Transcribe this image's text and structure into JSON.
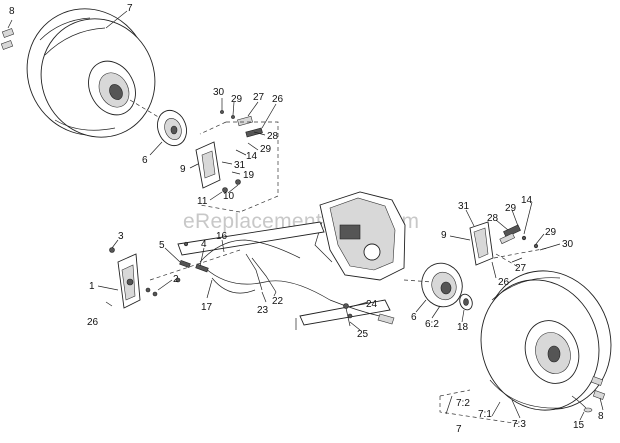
{
  "watermark": "eReplacementParts.com",
  "callouts": {
    "c8a": "8",
    "c7a": "7",
    "c6a": "6",
    "c30a": "30",
    "c29a": "29",
    "c27a": "27",
    "c26a": "26",
    "c28a": "28",
    "c29b": "29",
    "c14a": "14",
    "c9a": "9",
    "c31a": "31",
    "c19a": "19",
    "c11a": "11",
    "c10a": "10",
    "c3": "3",
    "c5": "5",
    "c4": "4",
    "c16": "16",
    "c2": "2",
    "c1": "1",
    "c26b": "26",
    "c17": "17",
    "c22": "22",
    "c23": "23",
    "c24": "24",
    "c25": "25",
    "c31b": "31",
    "c9b": "9",
    "c28b": "28",
    "c29c": "29",
    "c14b": "14",
    "c29d": "29",
    "c30b": "30",
    "c27b": "27",
    "c26c": "26",
    "c6b": "6",
    "c62": "6:2",
    "c18": "18",
    "c72": "7:2",
    "c71": "7:1",
    "c73": "7:3",
    "c7b": "7",
    "c15": "15",
    "c8b": "8"
  }
}
